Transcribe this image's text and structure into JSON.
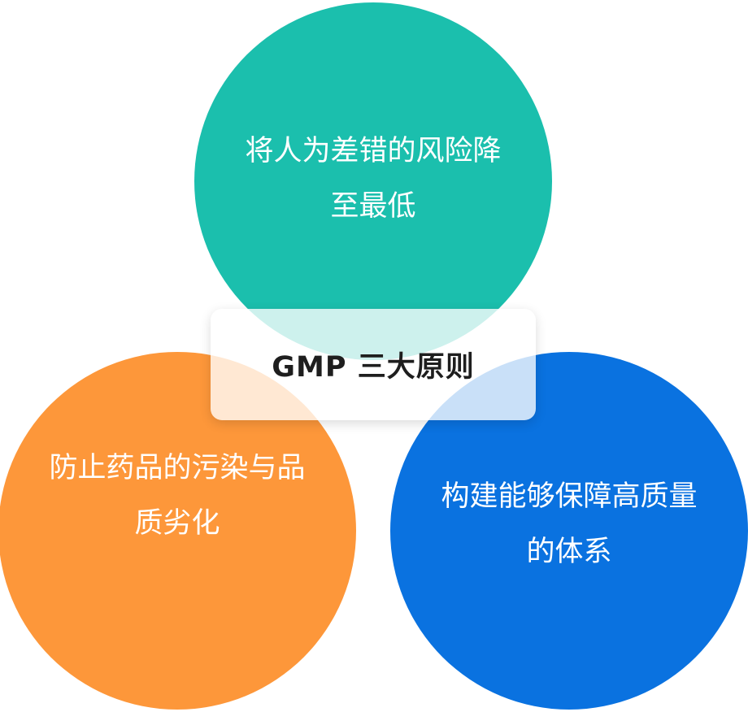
{
  "diagram": {
    "center": {
      "title": "GMP 三大原则"
    },
    "principles": [
      {
        "color": "#1bbfad",
        "line1": "将人为差错的风险降",
        "line2": "至最低"
      },
      {
        "color": "#fd973a",
        "line1": "防止药品的污染与品",
        "line2": "质劣化"
      },
      {
        "color": "#0a72e0",
        "line1": "构建能够保障高质量",
        "line2": "的体系"
      }
    ]
  }
}
